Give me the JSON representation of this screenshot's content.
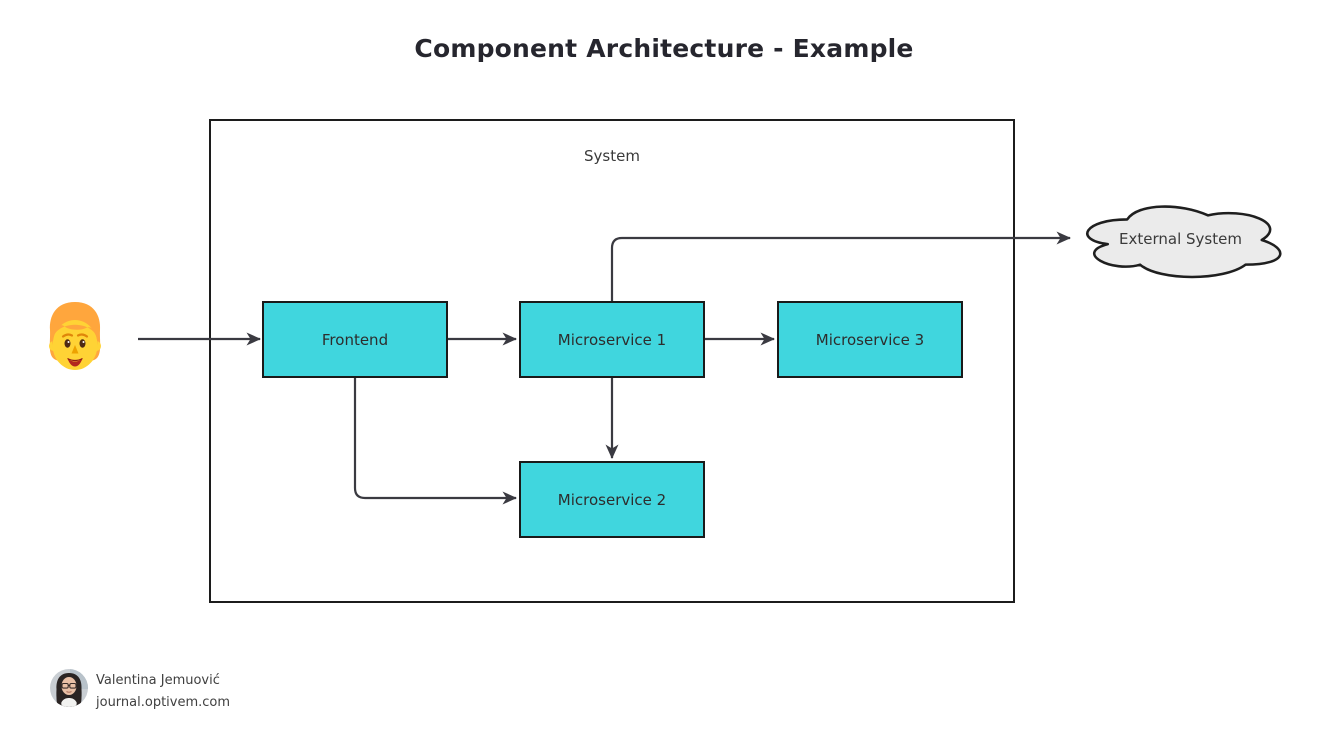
{
  "diagram": {
    "title": "Component Architecture - Example",
    "system": {
      "label": "System"
    },
    "nodes": [
      {
        "id": "frontend",
        "label": "Frontend"
      },
      {
        "id": "microservice-1",
        "label": "Microservice 1"
      },
      {
        "id": "microservice-3",
        "label": "Microservice 3"
      },
      {
        "id": "microservice-2",
        "label": "Microservice 2"
      }
    ],
    "external_system": {
      "label": "External System",
      "shape": "cloud"
    },
    "actor": {
      "icon": "person-emoji"
    },
    "edges": [
      {
        "from": "user",
        "to": "frontend"
      },
      {
        "from": "frontend",
        "to": "microservice-1"
      },
      {
        "from": "microservice-1",
        "to": "microservice-3"
      },
      {
        "from": "microservice-1",
        "to": "external-system"
      },
      {
        "from": "microservice-1",
        "to": "microservice-2"
      },
      {
        "from": "frontend",
        "to": "microservice-2"
      }
    ],
    "colors": {
      "node_fill": "#40d6de",
      "node_border": "#1a1a1a",
      "cloud_fill": "#ebebeb",
      "cloud_border": "#1f1f1f",
      "arrow": "#3a3a41",
      "title_text": "#26262e"
    }
  },
  "footer": {
    "author_name": "Valentina Jemuović",
    "website": "journal.optivem.com"
  }
}
